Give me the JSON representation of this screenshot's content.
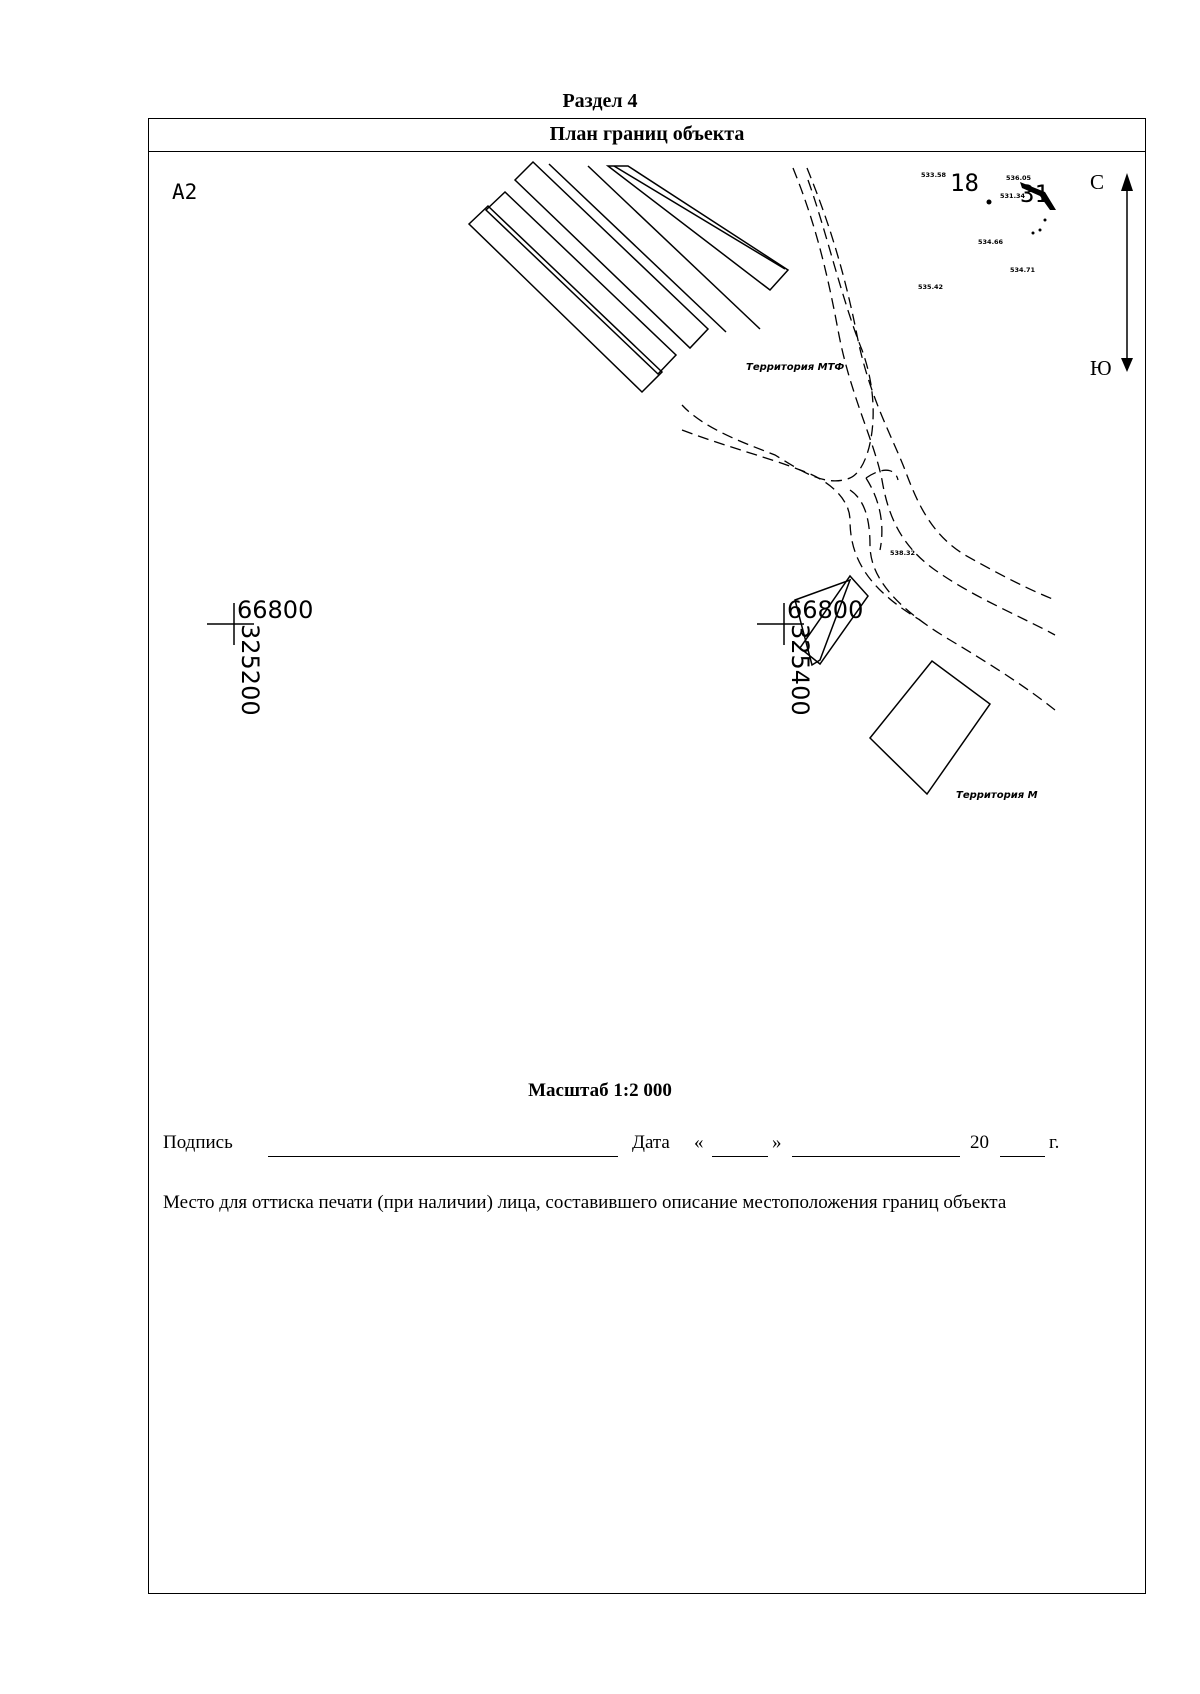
{
  "header": {
    "section": "Раздел 4",
    "title": "План границ объекта"
  },
  "plan": {
    "sheet": "А2",
    "grid_marks": [
      {
        "x": "66800",
        "y": "325200"
      },
      {
        "x": "66800",
        "y": "325400"
      }
    ],
    "territory_labels": [
      "Территория МТФ",
      "Территория М"
    ],
    "elevations": [
      "533.58",
      "536.05",
      "531.34",
      "534.66",
      "534.71",
      "535.42",
      "538.32"
    ],
    "point_numbers": [
      "18",
      "31"
    ],
    "north_arrow": {
      "north": "С",
      "south": "Ю"
    }
  },
  "footer": {
    "scale": "Масштаб 1:2 000",
    "signature_label": "Подпись",
    "date_label": "Дата",
    "quote_open": "«",
    "quote_close": "»",
    "year_prefix": "20",
    "year_suffix": "г.",
    "stamp_text": "Место для оттиска печати (при наличии) лица, составившего описание местоположения границ объекта"
  }
}
